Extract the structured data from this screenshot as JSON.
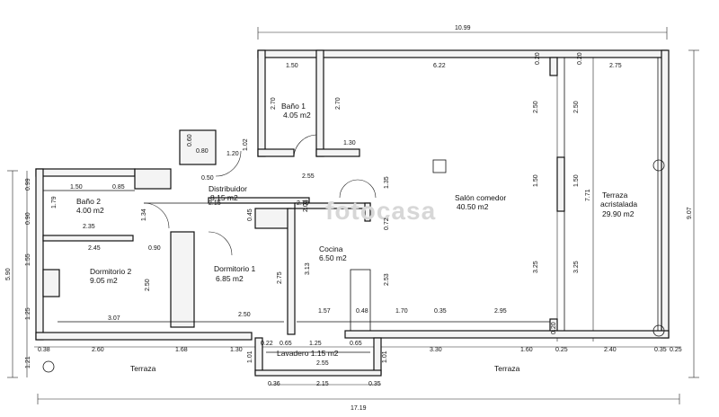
{
  "rooms": {
    "bano1": {
      "name": "Baño 1",
      "area": "4.05 m2"
    },
    "bano2": {
      "name": "Baño 2",
      "area": "4.00 m2"
    },
    "distribuidor": {
      "name": "Distribuidor",
      "area": "8.15 m2"
    },
    "salon": {
      "name": "Salón comedor",
      "area": "40.50 m2"
    },
    "terraza_acr": {
      "name1": "Terraza",
      "name2": "acristalada",
      "area": "29.90 m2"
    },
    "cocina": {
      "name": "Cocina",
      "area": "6.50 m2"
    },
    "dormitorio1": {
      "name": "Dormitorio 1",
      "area": "6.85 m2"
    },
    "dormitorio2": {
      "name": "Dormitorio 2",
      "area": "9.05 m2"
    },
    "lavadero": {
      "name": "Lavadero 1.15 m2"
    },
    "terraza_left": {
      "name": "Terraza"
    },
    "terraza_right": {
      "name": "Terraza"
    }
  },
  "watermark": "fotocasa",
  "dims": {
    "top_total": "10.99",
    "bottom_total": "17.19",
    "right_total": "9.07",
    "left_total": "5.90",
    "top_150": "1.50",
    "top_622": "6.22",
    "top_020a": "0.20",
    "top_020b": "0.20",
    "top_275": "2.75",
    "b1_270a": "2.70",
    "b1_270b": "2.70",
    "b1_130": "1.30",
    "s_250a": "2.50",
    "s_250b": "2.50",
    "s_150a": "1.50",
    "s_150b": "1.50",
    "s_325a": "3.25",
    "s_325b": "3.25",
    "t_771": "7.71",
    "d_060": "0.60",
    "d_080": "0.80",
    "d_050": "0.50",
    "d_120": "1.20",
    "d_102": "1.02",
    "d_255": "2.55",
    "d_135": "1.35",
    "b2_150": "1.50",
    "b2_085": "0.85",
    "b2_235": "2.35",
    "b2_179": "1.79",
    "b2_134": "1.34",
    "d_270": "2.70",
    "d_215": "2.15",
    "d_045": "0.45",
    "d_203": "2.03",
    "d_072": "0.72",
    "l_099": "0.99",
    "l_090": "0.90",
    "l_155": "1.55",
    "l_125": "1.25",
    "l_121": "1.21",
    "dm2_245": "2.45",
    "dm2_090": "0.90",
    "dm2_250": "2.50",
    "dm2_307": "3.07",
    "dm1_275": "2.75",
    "dm1_250": "2.50",
    "c_313": "3.13",
    "c_253": "2.53",
    "c_157": "1.57",
    "c_048": "0.48",
    "c_170": "1.70",
    "c_035": "0.35",
    "c_295": "2.95",
    "bt_038": "0.38",
    "bt_260": "2.60",
    "bt_168": "1.68",
    "bt_130": "1.30",
    "bt_022": "0.22",
    "bt_065a": "0.65",
    "bt_125": "1.25",
    "bt_065b": "0.65",
    "bt_330": "3.30",
    "bt_160": "1.60",
    "bt_025": "0.25",
    "bt_240": "2.40",
    "bt_035": "0.35",
    "bt_025b": "0.25",
    "bt_020": "0.20",
    "lv_101a": "1.01",
    "lv_101b": "1.01",
    "lv_255": "2.55",
    "lv_036": "0.36",
    "lv_215": "2.15",
    "lv_035": "0.35"
  }
}
